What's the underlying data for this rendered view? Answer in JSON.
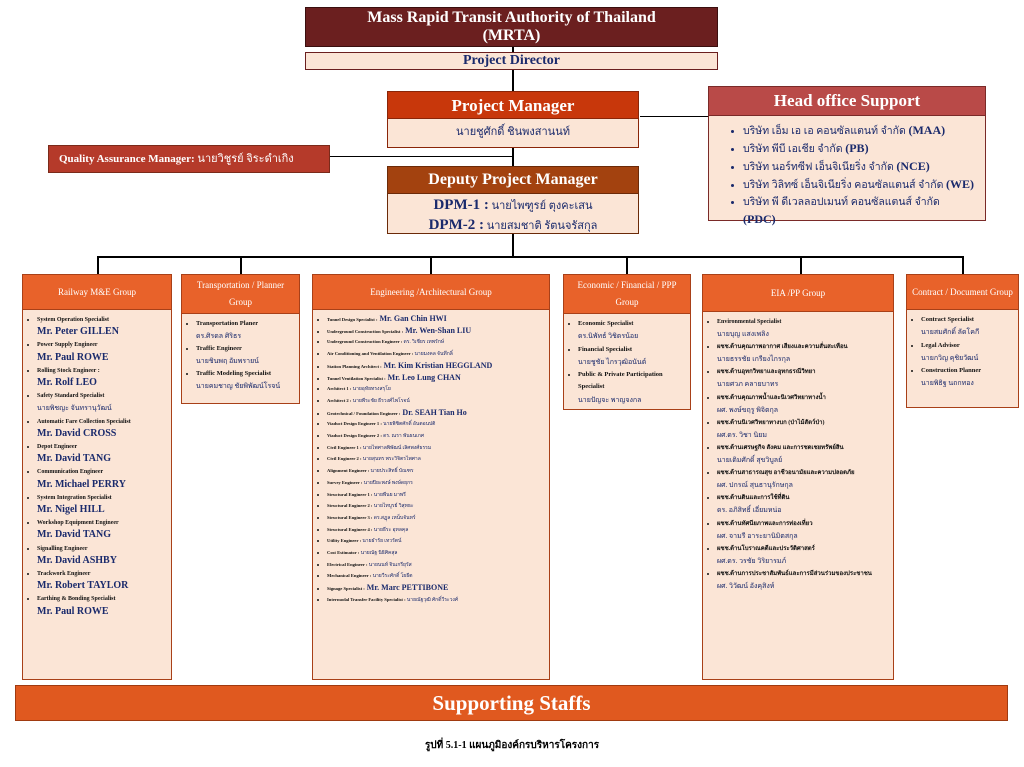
{
  "top": {
    "title_line1": "Mass Rapid Transit Authority  of Thailand",
    "title_line2": "(MRTA)",
    "project_director": "Project Director"
  },
  "project_manager": {
    "title": "Project Manager",
    "name": "นายชูศักดิ์ ชินพงสานนท์"
  },
  "head_office": {
    "title": "Head office Support",
    "items": [
      {
        "name": "บริษัท เอ็ม เอ เอ คอนซัลแตนท์ จำกัด",
        "abbr": "(MAA)"
      },
      {
        "name": "บริษัท พีบี เอเชีย จำกัด",
        "abbr": "(PB)"
      },
      {
        "name": "บริษัท นอร์ทซีฟ เอ็นจิเนียริ่ง จำกัด",
        "abbr": "(NCE)"
      },
      {
        "name": "บริษัท วิลิทซ์ เอ็นจิเนียริ่ง คอนซัลแตนส์ จำกัด",
        "abbr": "(WE)"
      },
      {
        "name": "บริษัท พี ดีเวลลอปเมนท์ คอนซัลแตนส์ จำกัด",
        "abbr": "(PDC)"
      }
    ]
  },
  "qa": {
    "label": "Quality Assurance Manager:",
    "name": "นายวิชูรย์ จิระดำเกิง"
  },
  "dpm": {
    "title": "Deputy Project Manager",
    "dpm1_label": "DPM-1 :",
    "dpm1_name": "นายไพฑูรย์ ตุงคะเสน",
    "dpm2_label": "DPM-2 :",
    "dpm2_name": "นายสมชาติ รัตนจรัสกุล"
  },
  "groups": {
    "railway": {
      "title": "Railway M&E Group",
      "items": [
        {
          "role": "System Operation Specialist",
          "person": "Mr. Peter GILLEN"
        },
        {
          "role": "Power Supply Engineer",
          "person": " Mr.   Paul  ROWE"
        },
        {
          "role": "Rolling Stock Engineer :",
          "person": "Mr.   Rolf  LEO"
        },
        {
          "role": "Safety Standard Specialist",
          "person_th": "นายพิชญะ จันทรานุวัฒน์"
        },
        {
          "role": "Automatic Fare Collection Specialist",
          "person": "Mr. David  CROSS"
        },
        {
          "role": "Depot Engineer",
          "person": "Mr. David  TANG"
        },
        {
          "role": "Communication Engineer",
          "person": "Mr. Michael  PERRY"
        },
        {
          "role": "System Integration Specialist",
          "person": "Mr. Nigel HILL"
        },
        {
          "role": "Workshop Equipment Engineer",
          "person": "Mr. David  TANG"
        },
        {
          "role": "Signalling Engineer",
          "person": "Mr. David  ASHBY"
        },
        {
          "role": "Trackwork Engineer",
          "person": "Mr. Robert  TAYLOR"
        },
        {
          "role": "Earthing & Bonding Specialist",
          "person": "Mr.   Paul  ROWE"
        }
      ]
    },
    "transport": {
      "title": "Transportation / Planner Group",
      "items": [
        {
          "role": "Transportation Planer",
          "person_th": "ดร.ศิรดล ศิริธร"
        },
        {
          "role": "Traffic Engineer",
          "person_th": "นายชินพฤ อัมพรายน์"
        },
        {
          "role": "Traffic Modeling Specialist",
          "person_th": "นายคมชาญ ชัยพิพัฒน์โรจน์"
        }
      ]
    },
    "engineering": {
      "title": "Engineering /Architectural Group",
      "items": [
        {
          "role": "Tunnel Design Specialist :",
          "person": "Mr. Gan Chin HWI"
        },
        {
          "role": "Underground Construction Specialist :",
          "person": "Mr.  Wen-Shan LIU"
        },
        {
          "role": "Underground Construction Engineer :",
          "person_th": "ดร. วิเชียร เทพรักษ์"
        },
        {
          "role": "Air Conditioning and Ventilation Engineer :",
          "person_th": "นายมงคล จันทึกลิ์"
        },
        {
          "role": "Station Planning Architect :",
          "person": "Mr. Kim Kristian HEGGLAND"
        },
        {
          "role": "Tunnel Ventilation Specialist :",
          "person": "Mr. Leo Lung CHAN"
        },
        {
          "role": "Architect 1 :",
          "person_th": "นายอุทัยทรงสรุโย"
        },
        {
          "role": "Architect 2 :",
          "person_th": "นายพีระชัย ธีรวงศ์ไพโรจน์"
        },
        {
          "role": "Geotechnical / Foundation Engineer :",
          "person": "Dr. SEAH Tian Ho"
        },
        {
          "role": "Viaduct Design Engineer 1 :",
          "person_th": "นายพิชิตศักดิ์ อันตอนปติ"
        },
        {
          "role": "Viaduct Design Engineer 2 :",
          "person_th": "ดร. ณรา พันธนเกศ"
        },
        {
          "role": "Civil Engineer 1 :",
          "person_th": "นายไพศาลพิพัฒน์ เลิศพงศ์ธรรม"
        },
        {
          "role": "Civil Engineer 2 :",
          "person_th": "นายสุนทร พระวิจิตรไพศาล"
        },
        {
          "role": "Alignment Engineer :",
          "person_th": "นายประสิทธิ์ บัณฑร"
        },
        {
          "role": "Survey Engineer :",
          "person_th": "นายปิยะพงษ์ พงษ์ดยุกร"
        },
        {
          "role": "Structural Engineer 1 :",
          "person_th": "นายพีนย มาพรี"
        },
        {
          "role": "Structural Engineer 2 :",
          "person_th": "นายไทบูรย์ วิสุทธะ"
        },
        {
          "role": "Structural Engineer 3 :",
          "person_th": "ดร.สฏุล เหน็บจันทร์"
        },
        {
          "role": "Structural Engineer 4 :",
          "person_th": "นายธีระ อุทลคุล"
        },
        {
          "role": "Utility Engineer :",
          "person_th": "นายธำรัย เทวรัตน์"
        },
        {
          "role": "Cost Estimator :",
          "person_th": "นายณัฐ นิธิศิคสุล"
        },
        {
          "role": "Electrical Engineer :",
          "person_th": "นายนนท์ จินเกรียุรัส"
        },
        {
          "role": "Mechanical Engineer :",
          "person_th": "นายวีระศักดิ์ โยธีต"
        },
        {
          "role": "Signage Specialist :",
          "person": "Mr. Marc PETTIBONE"
        },
        {
          "role": "Intermodal Transfer Facility Specialist :",
          "person_th": "นายณัฐวุฒิ ศักดิ์วีระวงศ์"
        }
      ]
    },
    "economic": {
      "title": "Economic / Financial / PPP Group",
      "items": [
        {
          "role": "Economic Specialist",
          "person_th": "ดร.นิพัทธ์ วิชิตรน้อย"
        },
        {
          "role": "Financial Specialist",
          "person_th": "นายชูชัย ไกรวุฒิอนันต์"
        },
        {
          "role": "Public & Private Participation Specialist",
          "person_th": "นายปัญจะ พาญจงกล"
        }
      ]
    },
    "eia": {
      "title": "EIA /PP Group",
      "items": [
        {
          "role": "Environmental Specialist",
          "person_th": "นายบุญ แสงเพลิง"
        },
        {
          "role": "ผชช.ด้านคุณภาพอากาศ เสียงและความสั่นสะเทือน",
          "person_th": "นายธรรชัย เกรียงไกรกุล"
        },
        {
          "role": "ผชช.ด้านอุทกวิทยาและอุทกธรณีวิทยา",
          "person_th": "นายศวภ คลายบาทร"
        },
        {
          "role": "ผชช.ด้านคุณภาพน้ำและนิเวศวิทยาทางน้ำ",
          "person_th": "ผศ. พงษ์ขฤรู พิจิตกุล"
        },
        {
          "role": "ผชช.ด้านนิเวศวิทยาทางบก (ป่าไม้สัตว์ป่า)",
          "person_th": "ผศ.ดร. วิชา นิยม"
        },
        {
          "role": "ผชช.ด้านเศรษฐกิจ สังคม และการชดเชยทรัพย์สิน",
          "person_th": "นายเติมศักดิ์ สุขวิบูลย์"
        },
        {
          "role": "ผชช.ด้านสาธารณสุข อาชีวอนามัยและความปลอดภัย",
          "person_th": "ผศ. ปกรณ์ สุนธานุรักษกุล"
        },
        {
          "role": "ผชช.ด้านดินและการใช้ที่ดิน",
          "person_th": "ดร. อภิสิทธิ์ เอี่ยมหน่อ"
        },
        {
          "role": "ผชช.ด้านทัศนียภาพและการท่องเที่ยว",
          "person_th": "ผศ. จามรี อาระยานิมิตสกุล"
        },
        {
          "role": "ผชช.ด้านโบราณคดีและประวัติศาสตร์",
          "person_th": "ผศ.ดร. วรชัย วิริยารมภ์"
        },
        {
          "role": "ผชช.ด้านการประชาสัมพันธ์และการมีส่วนร่วมของประชาชน",
          "person_th": "ผศ. วิวัฒน์ อังคุสิงห์"
        }
      ]
    },
    "contract": {
      "title": "Contract / Document Group",
      "items": [
        {
          "role": "Contract Specialist",
          "person_th": "นายสมศักดิ์ ลัดโคกี"
        },
        {
          "role": "Legal Advisor",
          "person_th": "นายกวิญ คุชิยวัฒน์"
        },
        {
          "role": "Construction Planner",
          "person_th": "นายพิธิฐ นถกทอง"
        }
      ]
    }
  },
  "support": "Supporting Staffs",
  "caption": "รูปที่ 5.1-1 แผนภูมิองค์กรบริหารโครงการ"
}
